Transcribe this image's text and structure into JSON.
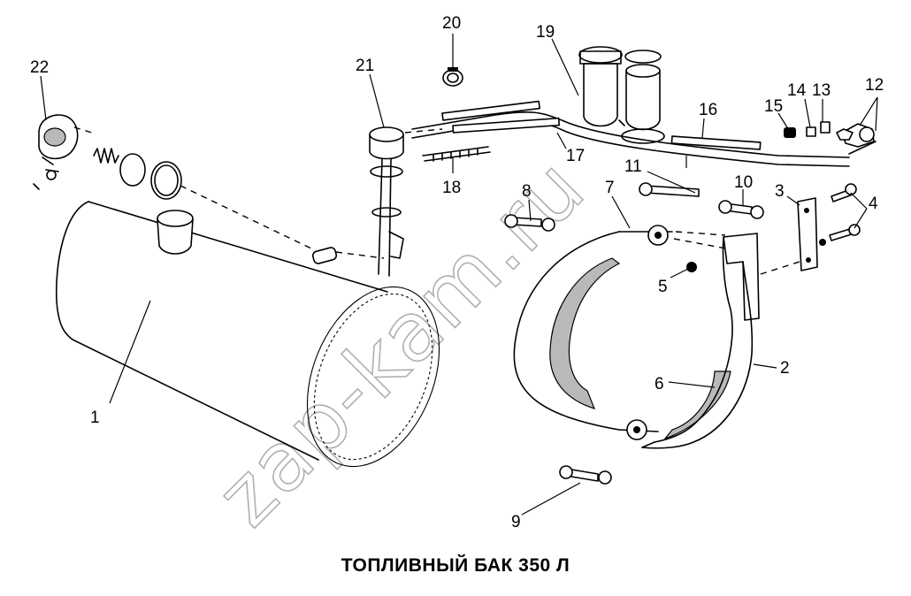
{
  "caption": "ТОПЛИВНЫЙ БАК 350 Л",
  "watermark": "zap-kam.ru",
  "callouts": [
    {
      "id": "c1",
      "text": "1"
    },
    {
      "id": "c2",
      "text": "2"
    },
    {
      "id": "c3",
      "text": "3"
    },
    {
      "id": "c4",
      "text": "4"
    },
    {
      "id": "c5",
      "text": "5"
    },
    {
      "id": "c6",
      "text": "6"
    },
    {
      "id": "c7",
      "text": "7"
    },
    {
      "id": "c8",
      "text": "8"
    },
    {
      "id": "c9",
      "text": "9"
    },
    {
      "id": "c10",
      "text": "10"
    },
    {
      "id": "c11",
      "text": "11"
    },
    {
      "id": "c12",
      "text": "12"
    },
    {
      "id": "c13",
      "text": "13"
    },
    {
      "id": "c14",
      "text": "14"
    },
    {
      "id": "c15",
      "text": "15"
    },
    {
      "id": "c16",
      "text": "16"
    },
    {
      "id": "c17",
      "text": "17"
    },
    {
      "id": "c18",
      "text": "18"
    },
    {
      "id": "c19",
      "text": "19"
    },
    {
      "id": "c20",
      "text": "20"
    },
    {
      "id": "c21",
      "text": "21"
    },
    {
      "id": "c22",
      "text": "22"
    }
  ]
}
